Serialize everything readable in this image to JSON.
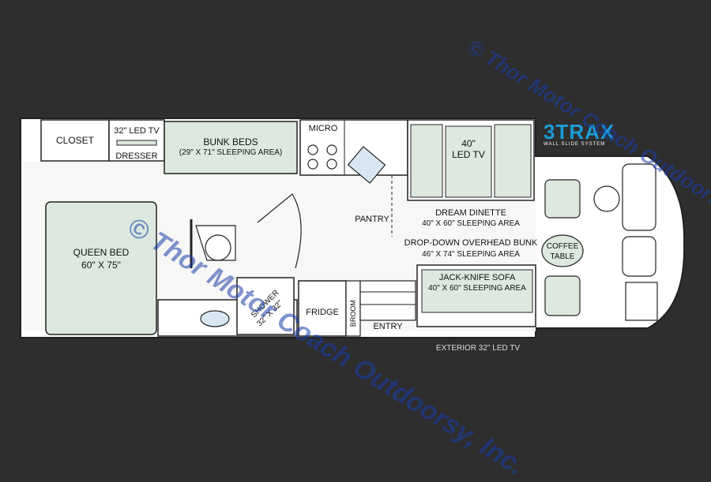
{
  "labels": {
    "closet": "CLOSET",
    "led_tv_bedroom": "32\" LED TV",
    "dresser": "DRESSER",
    "bunk_beds": "BUNK BEDS",
    "bunk_beds_size": "(29\" X 71\" SLEEPING AREA)",
    "micro": "MICRO",
    "led_tv_main_line1": "40\"",
    "led_tv_main_line2": "LED TV",
    "queen_bed": "QUEEN BED",
    "queen_bed_size": "60\" X 75\"",
    "pantry": "PANTRY",
    "dream_dinette": "DREAM DINETTE",
    "dream_dinette_size": "40\" X 60\" SLEEPING AREA",
    "overhead_bunk": "DROP-DOWN OVERHEAD BUNK",
    "overhead_bunk_size": "46\" X 74\" SLEEPING AREA",
    "coffee_table_line1": "COFFEE",
    "coffee_table_line2": "TABLE",
    "jackknife_sofa": "JACK-KNIFE SOFA",
    "jackknife_sofa_size": "40\" X 60\" SLEEPING AREA",
    "shower": "SHOWER",
    "shower_size": "32\" X 32\"",
    "fridge": "FRIDGE",
    "broom": "BROOM",
    "entry": "ENTRY",
    "exterior_tv": "EXTERIOR 32\" LED TV"
  },
  "badge": {
    "brand": "3TRAX",
    "tagline": "WALL SLIDE SYSTEM"
  },
  "watermark": "© Thor Motor Coach Outdoorsy, Inc.",
  "colors": {
    "background": "#2e2e2e",
    "wall": "#ffffff",
    "floor": "#f7f7f5",
    "furniture_fill": "#dde9df",
    "outline": "#222222",
    "watermark": "#1a3fa8",
    "badge": "#1b9bd6"
  }
}
